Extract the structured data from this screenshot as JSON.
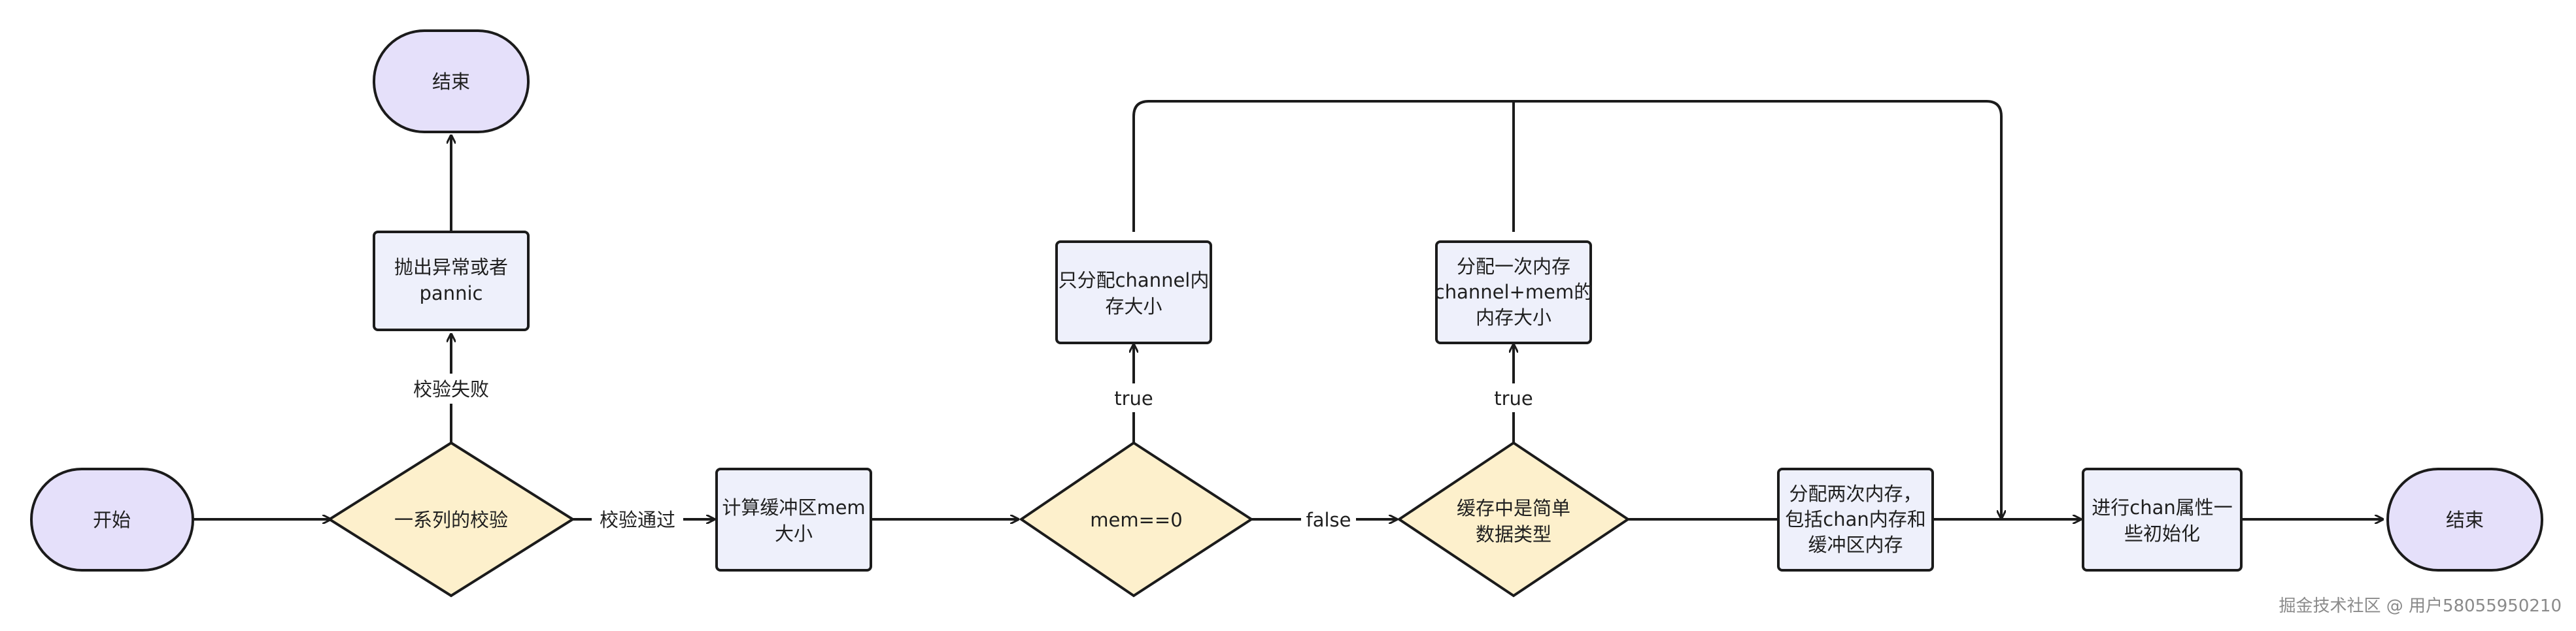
{
  "nodes": {
    "start": "开始",
    "validate": "一系列的校验",
    "throw": [
      "抛出异常或者",
      "pannic"
    ],
    "end_top": "结束",
    "calc_mem": [
      "计算缓冲区mem",
      "大小"
    ],
    "mem_zero": "mem==0",
    "alloc_channel": [
      "只分配channel内",
      "存大小"
    ],
    "elem_simple": [
      "缓存中是简单",
      "数据类型"
    ],
    "alloc_once": [
      "分配一次内存",
      "channel+mem的",
      "内存大小"
    ],
    "alloc_twice": [
      "分配两次内存，",
      "包括chan内存和",
      "缓冲区内存"
    ],
    "init_props": [
      "进行chan属性一",
      "些初始化"
    ],
    "end_right": "结束"
  },
  "edge_labels": {
    "validate_fail": "校验失败",
    "validate_pass": "校验通过",
    "mem_true": "true",
    "mem_false": "false",
    "simple_true": "true"
  },
  "watermark": "掘金技术社区 @ 用户58055950210"
}
